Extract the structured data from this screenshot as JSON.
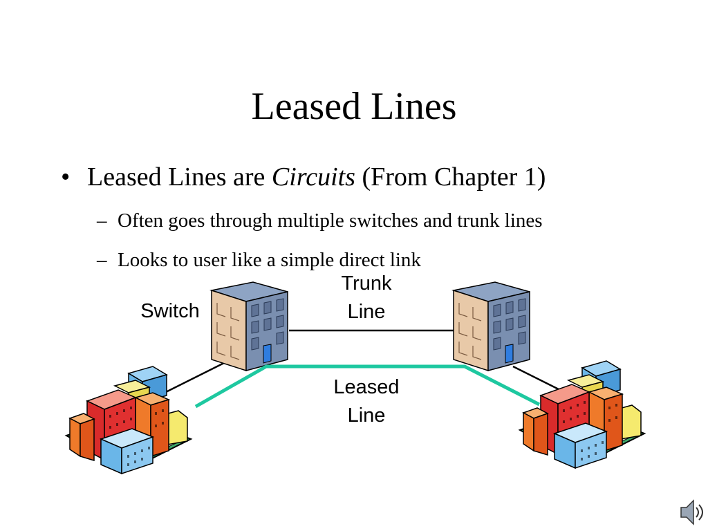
{
  "slide": {
    "title": "Leased Lines",
    "bullet": {
      "text_before": "Leased Lines are ",
      "text_italic": "Circuits",
      "text_after": " (From Chapter 1)"
    },
    "sub_bullets": [
      "Often goes through multiple switches and trunk lines",
      "Looks to user like a simple direct link"
    ]
  },
  "diagram": {
    "label_switch": "Switch",
    "label_trunk_line_1": "Trunk",
    "label_trunk_line_2": "Line",
    "label_leased_line_1": "Leased",
    "label_leased_line_2": "Line"
  },
  "colors": {
    "leased_line": "#1ec8a0",
    "trunk_line": "#000000",
    "switch_front": "#e8c9a8",
    "switch_side": "#7a8fb0",
    "switch_door": "#2f7de0"
  },
  "icons": [
    "switch-building-icon",
    "customer-site-icon",
    "speaker-icon"
  ]
}
